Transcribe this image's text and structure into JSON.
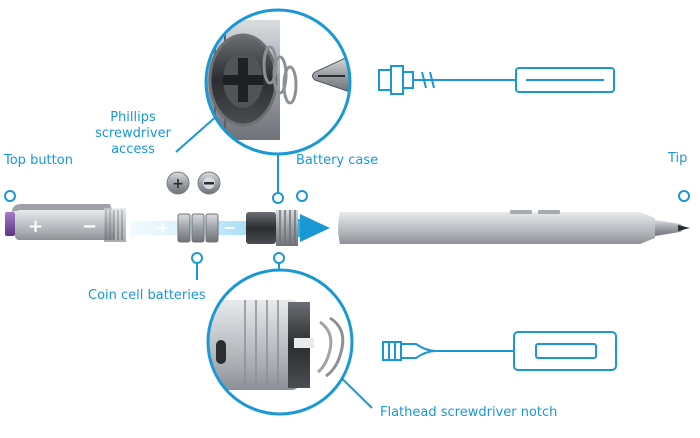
{
  "labels": {
    "top_button": "Top button",
    "phillips": [
      "Phillips",
      "screwdriver",
      "access"
    ],
    "battery_case": "Battery case",
    "tip": "Tip",
    "coin_cell": "Coin cell batteries",
    "flathead_notch": "Flathead screwdriver notch"
  },
  "battery_marks": {
    "plus": "+",
    "minus": "−"
  },
  "colors": {
    "accent": "#1a98d5",
    "pen_body": "#bfc2c6",
    "top_button": "#7b4fa3",
    "arrow": "#5cc0ec"
  }
}
